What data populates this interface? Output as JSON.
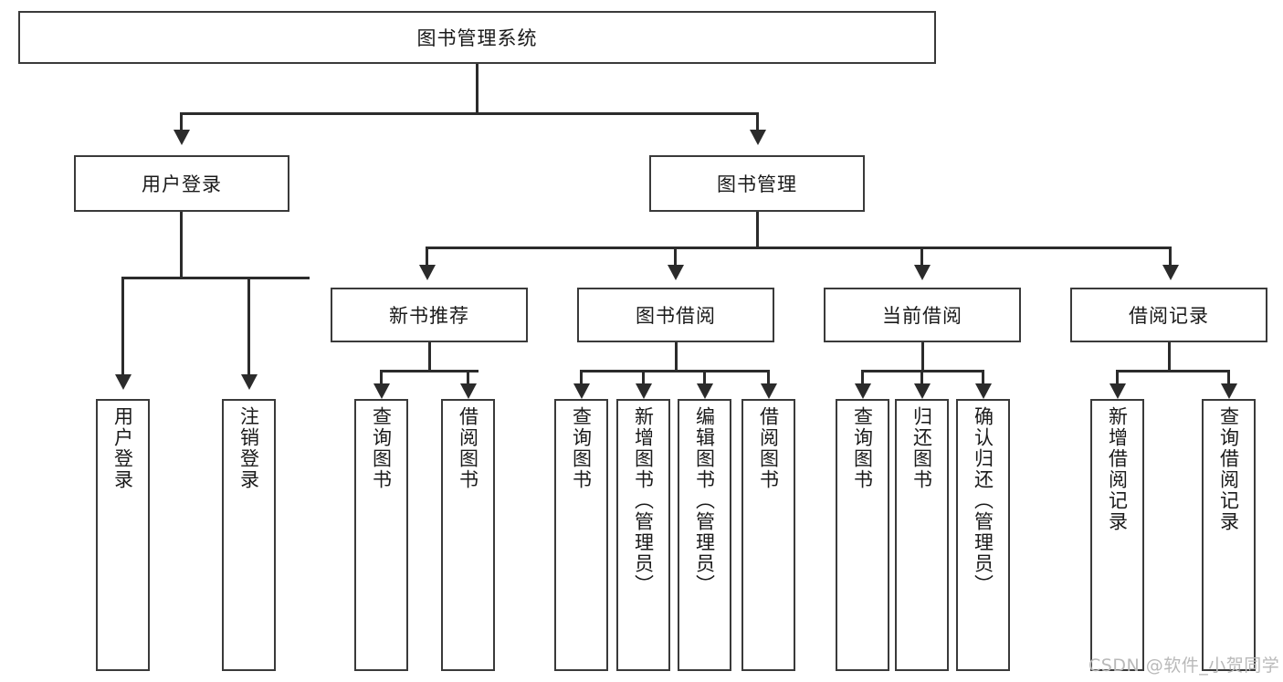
{
  "diagram": {
    "type": "tree",
    "title": "图书管理系统",
    "root": {
      "label": "图书管理系统"
    },
    "level2": [
      {
        "label": "用户登录"
      },
      {
        "label": "图书管理"
      }
    ],
    "level3": [
      {
        "label": "新书推荐"
      },
      {
        "label": "图书借阅"
      },
      {
        "label": "当前借阅"
      },
      {
        "label": "借阅记录"
      }
    ],
    "leaves": {
      "user_login": [
        {
          "label": "用户登录"
        },
        {
          "label": "注销登录"
        }
      ],
      "new_book_recommend": [
        {
          "label": "查询图书"
        },
        {
          "label": "借阅图书"
        }
      ],
      "book_borrow": [
        {
          "label": "查询图书"
        },
        {
          "label": "新增图书（管理员）"
        },
        {
          "label": "编辑图书（管理员）"
        },
        {
          "label": "借阅图书"
        }
      ],
      "current_borrow": [
        {
          "label": "查询图书"
        },
        {
          "label": "归还图书"
        },
        {
          "label": "确认归还（管理员）"
        }
      ],
      "borrow_record": [
        {
          "label": "新增借阅记录"
        },
        {
          "label": "查询借阅记录"
        }
      ]
    }
  },
  "watermark": {
    "text": "CSDN @软件_小贺同学"
  },
  "colors": {
    "border": "#3a3a3a",
    "line": "#2b2b2b",
    "background": "#ffffff",
    "text": "#1a1a1a",
    "watermark": "#b9b9b9"
  }
}
